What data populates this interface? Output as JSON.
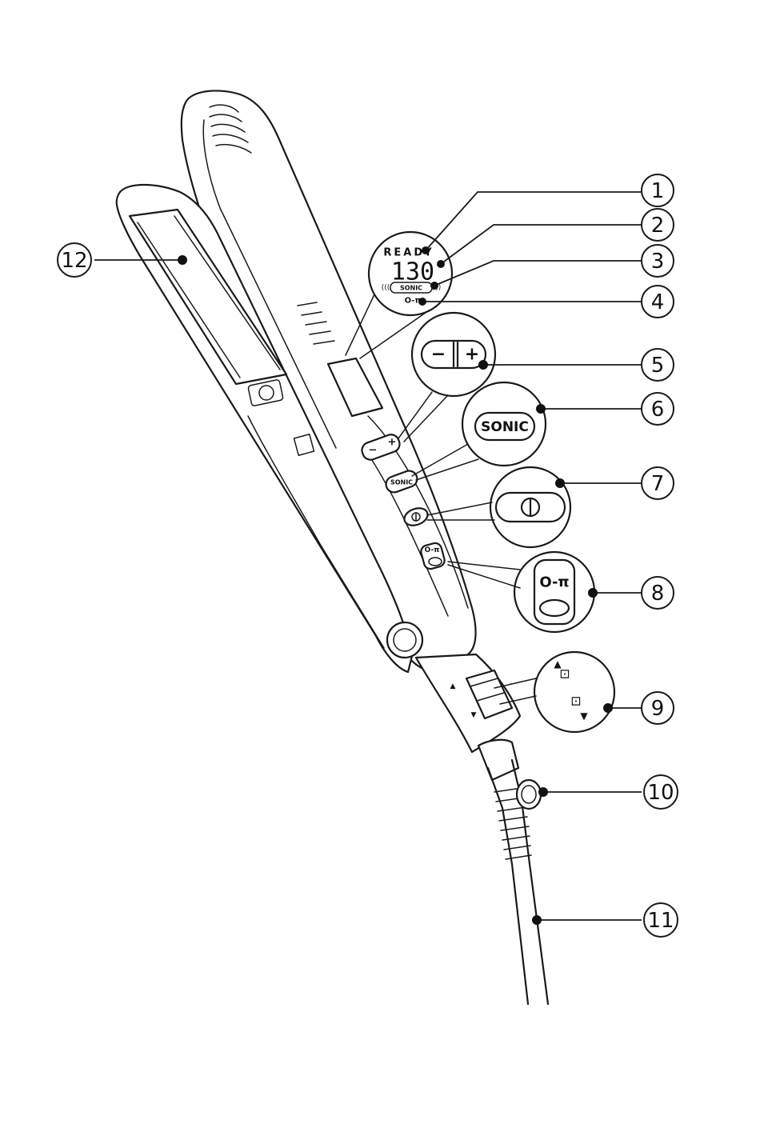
{
  "display": {
    "ready": "READY",
    "temperature": "130",
    "sonic": "SONIC",
    "key_symbol": "O-π"
  },
  "buttons": {
    "minus": "−",
    "plus": "+",
    "sonic": "SONIC",
    "small_minus": "−",
    "small_plus": "+",
    "small_sonic": "SONIC"
  },
  "callouts": [
    "1",
    "2",
    "3",
    "4",
    "5",
    "6",
    "7",
    "8",
    "9",
    "10",
    "11",
    "12"
  ],
  "colors": {
    "ink": "#1a1a1a",
    "background": "#ffffff"
  }
}
